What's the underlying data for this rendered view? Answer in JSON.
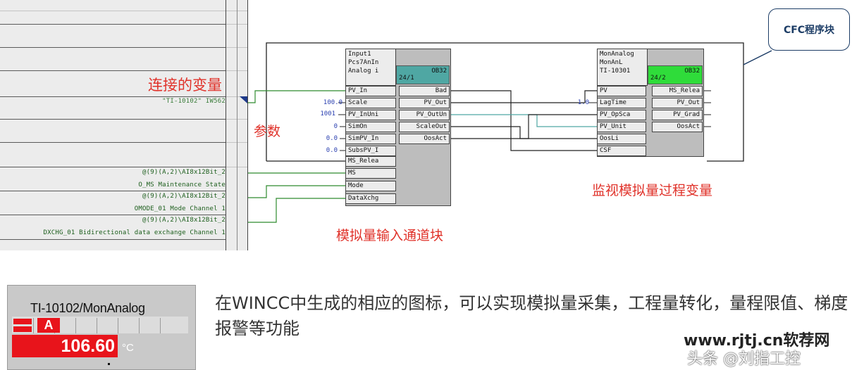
{
  "annotations": {
    "connected_variable": "连接的变量",
    "parameter": "参数",
    "monitor_block": "监视模拟量过程变量",
    "input_block": "模拟量输入通道块",
    "callout": "CFC程序块"
  },
  "address_table": {
    "tag_link": "\"TI-10102\" IW562",
    "rows": [
      "@(9)(A,2)\\AI8x12Bit_2",
      "O_MS Maintenance State",
      "@(9)(A,2)\\AI8x12Bit_2",
      "OMODE_01 Mode Channel 1",
      "@(9)(A,2)\\AI8x12Bit_2",
      "DXCHG_01 Bidirectional data exchange Channel 1"
    ]
  },
  "input_block": {
    "header": [
      "Input1",
      "Pcs7AnIn",
      "Analog i"
    ],
    "ob": [
      "OB32",
      "24/1"
    ],
    "inputs": [
      {
        "name": "PV_In",
        "value": ""
      },
      {
        "name": "Scale",
        "value": "100.0"
      },
      {
        "name": "PV_InUni",
        "value": "1001"
      },
      {
        "name": "SimOn",
        "value": "0"
      },
      {
        "name": "SimPV_In",
        "value": "0.0"
      },
      {
        "name": "SubsPV_I",
        "value": "0.0"
      },
      {
        "name": "MS_Relea",
        "value": ""
      },
      {
        "name": "MS",
        "value": ""
      },
      {
        "name": "Mode",
        "value": ""
      },
      {
        "name": "DataXchg",
        "value": ""
      }
    ],
    "outputs": [
      "Bad",
      "PV_Out",
      "PV_OutUn",
      "ScaleOut",
      "OosAct"
    ]
  },
  "monitor_block": {
    "header": [
      "MonAnalog",
      "MonAnL",
      "TI-10301"
    ],
    "ob": [
      "OB32",
      "24/2"
    ],
    "inputs": [
      {
        "name": "PV",
        "value": ""
      },
      {
        "name": "LagTime",
        "value": "1.0"
      },
      {
        "name": "PV_OpSca",
        "value": ""
      },
      {
        "name": "PV_Unit",
        "value": ""
      },
      {
        "name": "OosLi",
        "value": ""
      },
      {
        "name": "CSF",
        "value": ""
      }
    ],
    "outputs": [
      "MS_Relea",
      "PV_Out",
      "PV_Grad",
      "OosAct"
    ]
  },
  "faceplate": {
    "title": "TI-10102/MonAnalog",
    "status": "A",
    "value": "106.60",
    "unit": "°C"
  },
  "description": "在WINCC中生成的相应的图标，可以实现模拟量采集，工程量转化，量程限值、梯度报警等功能",
  "watermark": "www.rjtj.cn软荐网",
  "watermark_sub": "头条 @刘指工控",
  "colors": {
    "annotation_red": "#e0322a",
    "wire_green": "#2e8b2e",
    "ob_teal": "#4fa7a3",
    "ob_green": "#2fdc3a",
    "faceplate_red": "#e8141b",
    "callout_blue": "#1d3d66"
  }
}
